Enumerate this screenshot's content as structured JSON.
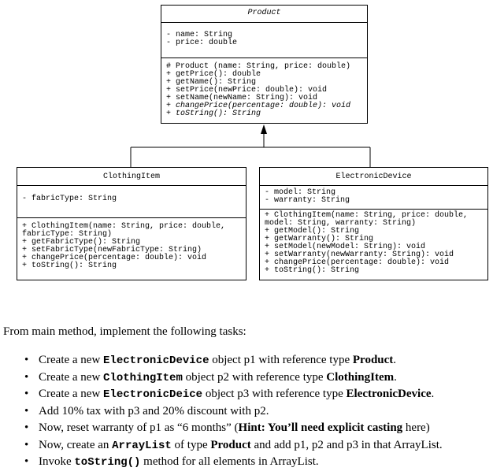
{
  "product": {
    "name": "Product",
    "attributes": [
      "- name: String",
      "- price: double"
    ],
    "methods": [
      {
        "text": "# Product (name: String, price: double)",
        "italic": false
      },
      {
        "text": "+ getPrice(): double",
        "italic": false
      },
      {
        "text": "+ getName(): String",
        "italic": false
      },
      {
        "text": "+ setPrice(newPrice: double): void",
        "italic": false
      },
      {
        "text": "+ setName(newName: String): void",
        "italic": false
      },
      {
        "text": "+ changePrice(percentage: double): void",
        "italic": true
      },
      {
        "text": "+ toString(): String",
        "italic": true
      }
    ]
  },
  "clothing": {
    "name": "ClothingItem",
    "attributes": [
      "- fabricType: String"
    ],
    "methods": [
      {
        "text": "+ ClothingItem(name: String, price: double,",
        "italic": false
      },
      {
        "text": "fabricType: String)",
        "italic": false
      },
      {
        "text": "+ getFabricType(): String",
        "italic": false
      },
      {
        "text": "+ setFabricType(newFabricType: String)",
        "italic": false
      },
      {
        "text": "+ changePrice(percentage: double): void",
        "italic": false
      },
      {
        "text": "+ toString(): String",
        "italic": false
      }
    ]
  },
  "electronic": {
    "name": "ElectronicDevice",
    "attributes": [
      "- model: String",
      "- warranty: String"
    ],
    "methods": [
      {
        "text": "+ ClothingItem(name: String, price: double,",
        "italic": false
      },
      {
        "text": "model: String, warranty: String)",
        "italic": false
      },
      {
        "text": "+ getModel(): String",
        "italic": false
      },
      {
        "text": "+ getWarranty(): String",
        "italic": false
      },
      {
        "text": "+ setModel(newModel: String): void",
        "italic": false
      },
      {
        "text": "+ setWarranty(newWarranty: String): void",
        "italic": false
      },
      {
        "text": "+ changePrice(percentage: double): void",
        "italic": false
      },
      {
        "text": "+ toString(): String",
        "italic": false
      }
    ]
  },
  "tasks": {
    "intro": "From main method, implement the following tasks:",
    "items": [
      [
        {
          "t": "Create a new "
        },
        {
          "t": "ElectronicDevice",
          "s": "code"
        },
        {
          "t": " object p1 with reference type "
        },
        {
          "t": "Product",
          "s": "b"
        },
        {
          "t": "."
        }
      ],
      [
        {
          "t": "Create a new "
        },
        {
          "t": "ClothingItem",
          "s": "code"
        },
        {
          "t": " object p2 with reference type "
        },
        {
          "t": "ClothingItem",
          "s": "b"
        },
        {
          "t": "."
        }
      ],
      [
        {
          "t": "Create a new "
        },
        {
          "t": "ElectronicDeice",
          "s": "code"
        },
        {
          "t": " object p3 with reference type "
        },
        {
          "t": "ElectronicDevice",
          "s": "b"
        },
        {
          "t": "."
        }
      ],
      [
        {
          "t": "Add 10% tax with p3 and 20% discount with p2."
        }
      ],
      [
        {
          "t": "Now, reset warranty of p1 as “6 months” ("
        },
        {
          "t": "Hint: You’ll need explicit casting",
          "s": "b"
        },
        {
          "t": " here)"
        }
      ],
      [
        {
          "t": "Now, create an "
        },
        {
          "t": "ArrayList",
          "s": "code"
        },
        {
          "t": " of type "
        },
        {
          "t": "Product",
          "s": "b"
        },
        {
          "t": " and add p1, p2 and p3 in that ArrayList."
        }
      ],
      [
        {
          "t": "Invoke "
        },
        {
          "t": "toString()",
          "s": "code"
        },
        {
          "t": " method for all elements in ArrayList."
        }
      ]
    ]
  }
}
